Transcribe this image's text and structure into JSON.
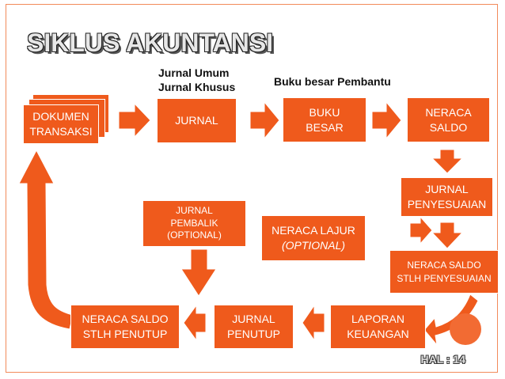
{
  "title": "SIKLUS AKUNTANSI",
  "labels": {
    "jurnal_umum": "Jurnal Umum",
    "jurnal_khusus": "Jurnal Khusus",
    "buku_besar_pembantu": "Buku besar Pembantu"
  },
  "boxes": {
    "dokumen": [
      "DOKUMEN",
      "TRANSAKSI"
    ],
    "jurnal": [
      "JURNAL"
    ],
    "buku_besar": [
      "BUKU",
      "BESAR"
    ],
    "neraca_saldo": [
      "NERACA",
      "SALDO"
    ],
    "jurnal_penyesuaian": [
      "JURNAL",
      "PENYESUAIAN"
    ],
    "jurnal_pembalik": [
      "JURNAL",
      "PEMBALIK",
      "(OPTIONAL)"
    ],
    "neraca_lajur": [
      "NERACA LAJUR",
      "(OPTIONAL)"
    ],
    "neraca_saldo_penyesuaian": [
      "NERACA SALDO",
      "STLH PENYESUAIAN"
    ],
    "neraca_saldo_penutup": [
      "NERACA SALDO",
      "STLH PENUTUP"
    ],
    "jurnal_penutup": [
      "JURNAL",
      "PENUTUP"
    ],
    "laporan_keuangan": [
      "LAPORAN",
      "KEUANGAN"
    ]
  },
  "page_label": "HAL : 14",
  "colors": {
    "box": "#ef5a1c",
    "arrow": "#ef5a1c",
    "frame": "#f28a5a"
  }
}
